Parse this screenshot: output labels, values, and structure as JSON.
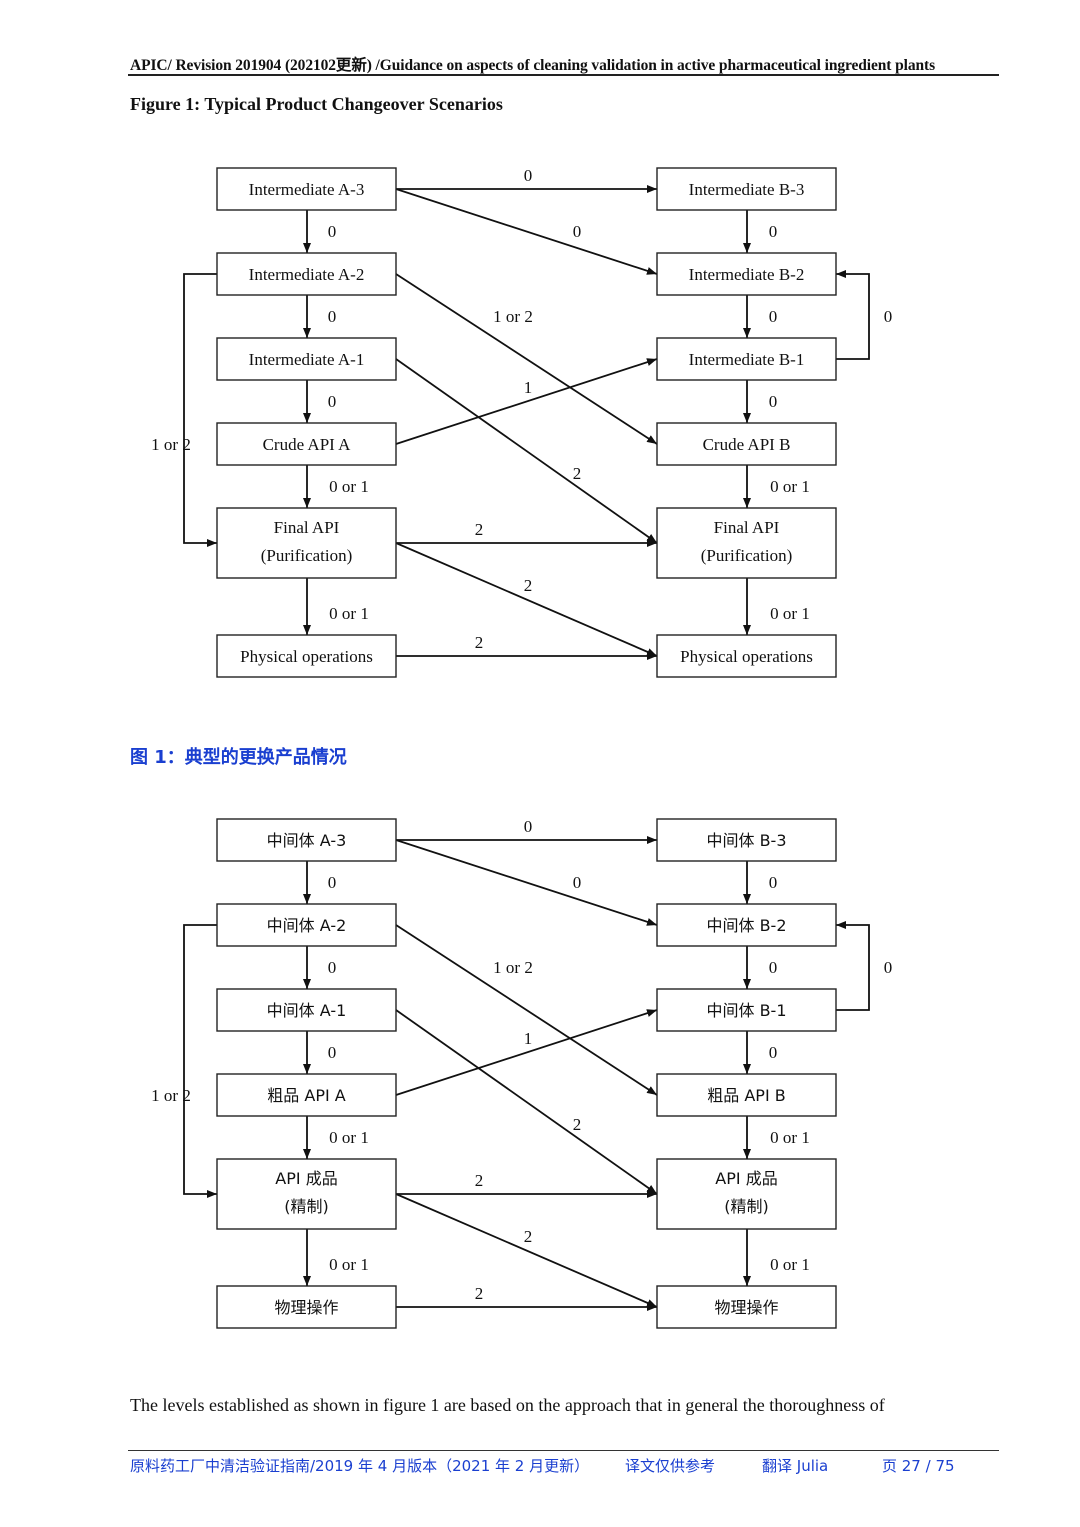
{
  "header": {
    "running_title": "APIC/ Revision 201904 (202102更新) /Guidance on aspects of cleaning validation in active pharmaceutical ingredient plants"
  },
  "figure_en": {
    "title": "Figure 1: Typical Product Changeover Scenarios",
    "nodes": {
      "a3": [
        "Intermediate A-3"
      ],
      "a2": [
        "Intermediate A-2"
      ],
      "a1": [
        "Intermediate A-1"
      ],
      "crudeA": [
        "Crude API A"
      ],
      "finalA": [
        "Final API",
        "(Purification)"
      ],
      "physA": [
        "Physical operations"
      ],
      "b3": [
        "Intermediate B-3"
      ],
      "b2": [
        "Intermediate B-2"
      ],
      "b1": [
        "Intermediate B-1"
      ],
      "crudeB": [
        "Crude API B"
      ],
      "finalB": [
        "Final API",
        "(Purification)"
      ],
      "physB": [
        "Physical operations"
      ]
    }
  },
  "figure_cn": {
    "title": "图 1：典型的更换产品情况",
    "nodes": {
      "a3": [
        "中间体 A-3"
      ],
      "a2": [
        "中间体  A-2"
      ],
      "a1": [
        "中间体  A-1"
      ],
      "crudeA": [
        "粗品  API A"
      ],
      "finalA": [
        "API 成品",
        "(精制)"
      ],
      "physA": [
        "物理操作"
      ],
      "b3": [
        "中间体  B-3"
      ],
      "b2": [
        "中间体  B-2"
      ],
      "b1": [
        "中间体  B-1"
      ],
      "crudeB": [
        "粗品 API B"
      ],
      "finalB": [
        "API 成品",
        "(精制)"
      ],
      "physB": [
        "物理操作"
      ]
    }
  },
  "edges": [
    {
      "from": "a3",
      "to": "a2",
      "label": "0"
    },
    {
      "from": "a2",
      "to": "a1",
      "label": "0"
    },
    {
      "from": "a1",
      "to": "crudeA",
      "label": "0"
    },
    {
      "from": "crudeA",
      "to": "finalA",
      "label": "0 or 1"
    },
    {
      "from": "finalA",
      "to": "physA",
      "label": "0 or 1"
    },
    {
      "from": "b3",
      "to": "b2",
      "label": "0"
    },
    {
      "from": "b2",
      "to": "b1",
      "label": "0"
    },
    {
      "from": "b1",
      "to": "crudeB",
      "label": "0"
    },
    {
      "from": "crudeB",
      "to": "finalB",
      "label": "0 or 1"
    },
    {
      "from": "finalB",
      "to": "physB",
      "label": "0 or 1"
    },
    {
      "from": "a3",
      "to": "b3",
      "label": "0"
    },
    {
      "from": "a3",
      "to": "b2",
      "label": "0"
    },
    {
      "from": "a2",
      "to": "crudeB",
      "label": "1 or 2"
    },
    {
      "from": "crudeA",
      "to": "b1",
      "label": "1"
    },
    {
      "from": "a1",
      "to": "finalB",
      "label": "2"
    },
    {
      "from": "finalA",
      "to": "finalB",
      "label": "2"
    },
    {
      "from": "finalA",
      "to": "physB",
      "label": "2"
    },
    {
      "from": "physA",
      "to": "physB",
      "label": "2"
    },
    {
      "from": "b1",
      "to": "b2",
      "label": "0"
    },
    {
      "from": "a2",
      "to": "finalA",
      "label": "1 or 2"
    }
  ],
  "body": {
    "text": "The levels established as shown in figure 1 are based on the approach that in general the thoroughness of"
  },
  "footer": {
    "doc": "原料药工厂中清洁验证指南/2019 年 4 月版本（2021 年 2 月更新）",
    "note": "译文仅供参考",
    "translator": "翻译  Julia",
    "page": "页  27 / 75"
  }
}
